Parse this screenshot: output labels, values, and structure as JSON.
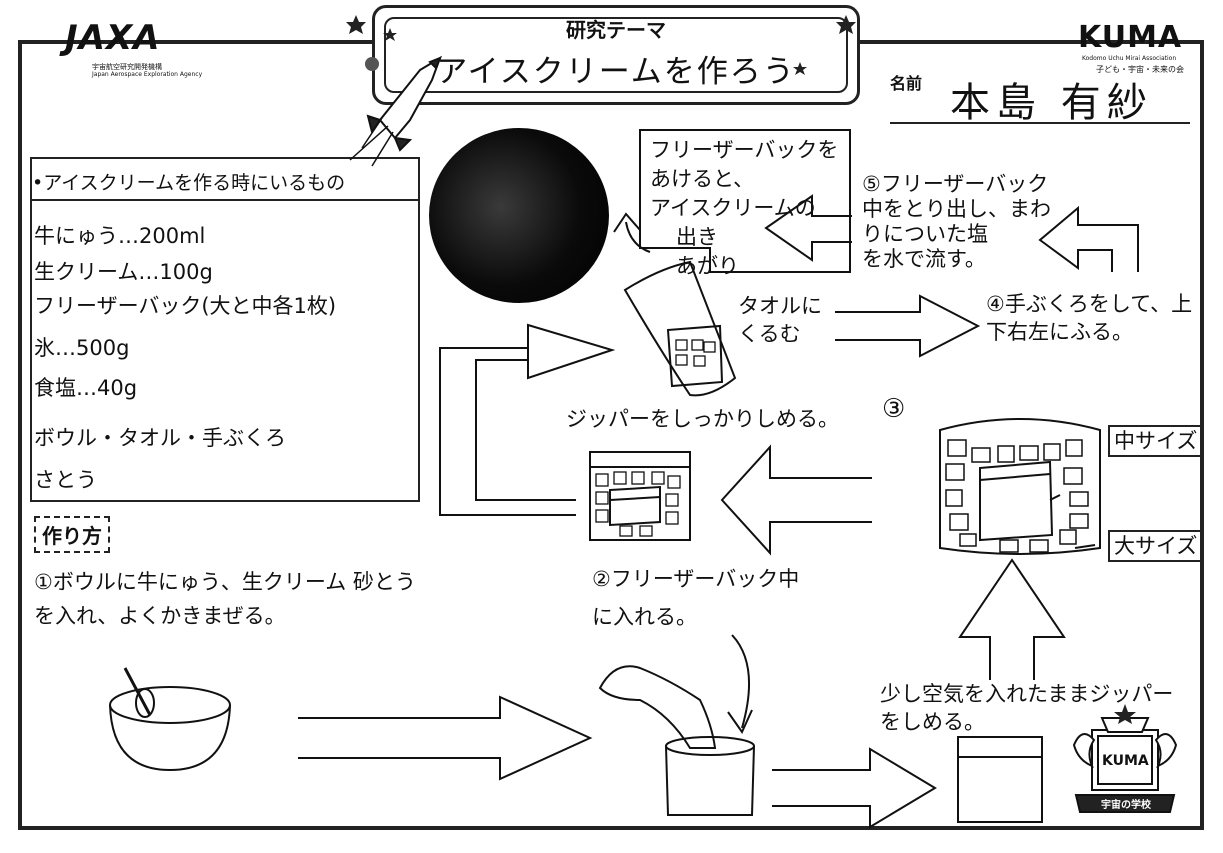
{
  "logo_left": {
    "text": "JAXA",
    "sub1": "宇宙航空研究開発機構",
    "sub2": "Japan Aerospace Exploration Agency"
  },
  "logo_right": {
    "text": "KUMA",
    "sub1": "Kodomo Uchu Mirai Association",
    "sub2": "子ども・宇宙・未来の会"
  },
  "theme": {
    "label": "研究テーマ",
    "title": "アイスクリームを作ろう"
  },
  "name": {
    "label": "名前",
    "value": "本島 有紗"
  },
  "materials": {
    "heading": "•アイスクリームを作る時にいるもの",
    "items": [
      "牛にゅう…200ml",
      "生クリーム…100g",
      "フリーザーバック(大と中各1枚)",
      "氷…500g",
      "食塩…40g",
      "ボウル・タオル・手ぶくろ",
      "さとう"
    ]
  },
  "method": {
    "title": "作り方"
  },
  "steps": {
    "step1": [
      "①ボウルに牛にゅう、生クリーム 砂とう",
      "を入れ、よくかきまぜる。"
    ],
    "step2": [
      "②フリーザーバック中",
      "に入れる。"
    ],
    "step2b": [
      "少し空気を入れたままジッパー",
      "をしめる。"
    ],
    "step3": "③",
    "medium": "中サイズ",
    "large": "大サイズ",
    "zipper": "ジッパーをしっかりしめる。",
    "towel": [
      "タオルに",
      "くるむ"
    ],
    "step4": [
      "④手ぶくろをして、上",
      "下右左にふる。"
    ],
    "step5": [
      "⑤フリーザーバック",
      "中をとり出し、まわ",
      "りについた塩",
      "を水で流す。"
    ],
    "done": [
      "フリーザーバックを",
      "あけると、",
      "アイスクリームの",
      "出き",
      "あがり"
    ]
  },
  "badge": {
    "text": "KUMA",
    "ribbon": "宇宙の学校"
  }
}
